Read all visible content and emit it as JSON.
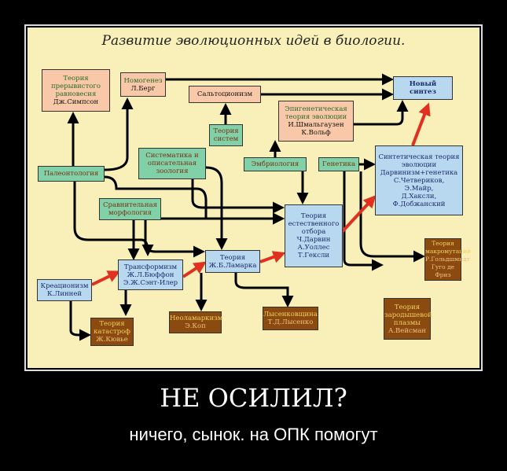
{
  "poster": {
    "title": "Развитие эволюционных идей в биологии.",
    "boxes": {
      "punct": [
        "Теория",
        "прерывистого",
        "равновесия",
        "Дж.Симпсон"
      ],
      "nomo": [
        "Номогенез",
        "Л.Берг"
      ],
      "salt": [
        "Сальтоционизм"
      ],
      "new": [
        "Новый",
        "синтез"
      ],
      "sys": [
        "Теория",
        "систем"
      ],
      "epi": [
        "Эпигенетическая",
        "теория эволюции",
        "И.Шмальгаузен",
        "К.Вольф"
      ],
      "zoo": [
        "Систематика и",
        "описательная",
        "зоология"
      ],
      "paleo": [
        "Палеонтология"
      ],
      "embryo": [
        "Эмбриология"
      ],
      "genet": [
        "Генетика"
      ],
      "synth": [
        "Синтетическая теория",
        "эволюции",
        "Дарвинизм+генетика",
        "С.Четвериков,",
        "Э.Майр,",
        "Д.Хаксли,",
        "Ф.Добжанский"
      ],
      "morph": [
        "Сравнительная",
        "морфология"
      ],
      "darwin": [
        "Теория",
        "естественного",
        "отбора",
        "Ч.Дарвин",
        "А.Уоллес",
        "Т.Гексли"
      ],
      "transf": [
        "Трансформизм",
        "Ж.Л.Бюффон",
        "Э.Ж.Сэнт-Илер"
      ],
      "lamarck": [
        "Теория",
        "Ж.Б.Ламарка"
      ],
      "creat": [
        "Креационизм",
        "К.Линней"
      ],
      "macro": [
        "Теория",
        "макромутаций",
        "Р.Гольдшмидт",
        "Гуго де Фриз"
      ],
      "catastr": [
        "Теория",
        "катастроф",
        "Ж.Кювье"
      ],
      "neolam": [
        "Неоламаркизм",
        "Э.Коп"
      ],
      "lysenko": [
        "Лысенковщина",
        "Т.Д.Лысенко"
      ],
      "germ": [
        "Теория",
        "зародышевой",
        "плазмы",
        "А.Вейсман"
      ]
    }
  },
  "caption": {
    "headline": "НЕ ОСИЛИЛ?",
    "subline": "ничего, сынок. на ОПК помогут"
  }
}
